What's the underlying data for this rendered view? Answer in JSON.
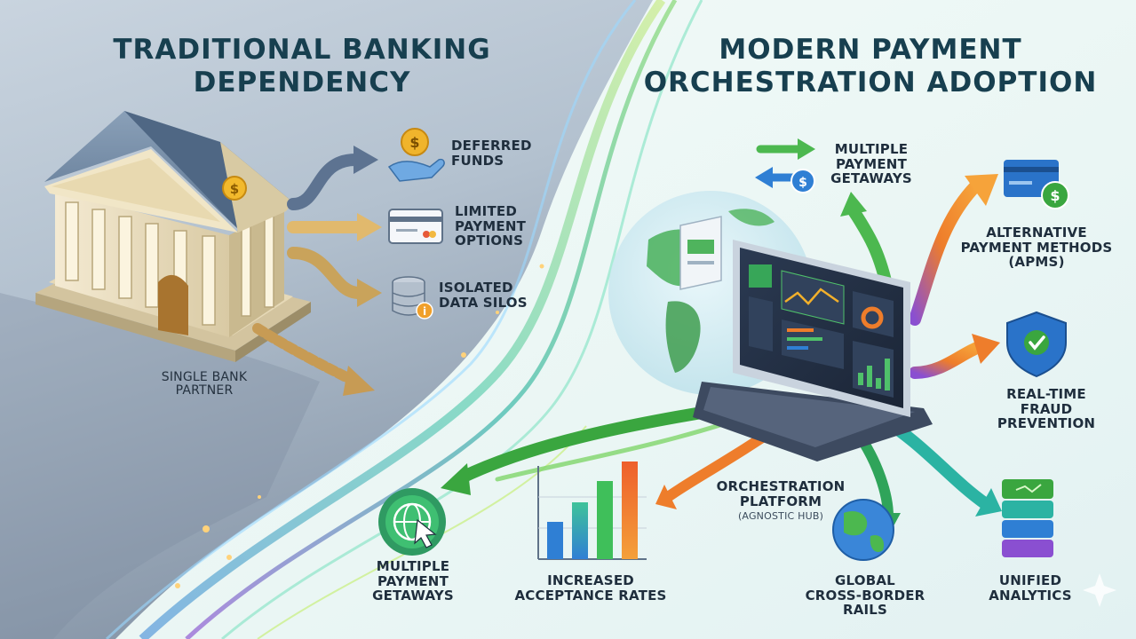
{
  "left": {
    "title_line1": "TRADITIONAL BANKING",
    "title_line2": "DEPENDENCY",
    "outcomes": [
      {
        "line1": "DEFERRED",
        "line2": "FUNDS",
        "icon": "coin-hand-icon"
      },
      {
        "line1": "LIMITED",
        "line2": "PAYMENT",
        "line3": "OPTIONS",
        "icon": "credit-card-icon"
      },
      {
        "line1": "ISOLATED",
        "line2": "DATA SILOS",
        "icon": "database-icon"
      }
    ],
    "bank_label_line1": "SINGLE BANK",
    "bank_label_line2": "PARTNER",
    "icons": {
      "bank": "bank-building-icon",
      "coin": "dollar-coin-icon"
    }
  },
  "right": {
    "title_line1": "MODERN PAYMENT",
    "title_line2": "ORCHESTRATION ADOPTION",
    "hub": {
      "line1": "ORCHESTRATION",
      "line2": "PLATFORM",
      "sub": "(AGNOSTIC HUB)",
      "icon": "monitor-dashboard-icon"
    },
    "features": {
      "gateways_top": {
        "line1": "MULTIPLE",
        "line2": "PAYMENT",
        "line3": "GETAWAYS",
        "icon": "exchange-arrows-icon"
      },
      "apms": {
        "line1": "ALTERNATIVE",
        "line2": "PAYMENT METHODS",
        "line3": "(APMs)",
        "icon": "card-dollar-icon"
      },
      "fraud": {
        "line1": "REAL-TIME",
        "line2": "FRAUD",
        "line3": "PREVENTION",
        "icon": "shield-check-icon"
      },
      "analytics": {
        "line1": "UNIFIED",
        "line2": "ANALYTICS",
        "icon": "server-stack-icon"
      },
      "rails": {
        "line1": "GLOBAL",
        "line2": "CROSS-BORDER",
        "line3": "RAILS",
        "icon": "globe-icon"
      },
      "acceptance": {
        "line1": "INCREASED",
        "line2": "ACCEPTANCE RATES",
        "icon": "bar-chart-icon"
      },
      "gateways_bottom": {
        "line1": "MULTIPLE",
        "line2": "PAYMENT",
        "line3": "GETAWAYS",
        "icon": "web-cursor-icon"
      }
    }
  },
  "colors": {
    "title": "#173f4f",
    "text": "#1f2e3d",
    "green": "#3aa63f",
    "orange": "#ee7d2b",
    "teal": "#2bb3a3",
    "purple": "#8a4fd1",
    "blue": "#2f7fd4",
    "left_bg": "#aab8c8",
    "right_bg": "#eef8f6"
  }
}
